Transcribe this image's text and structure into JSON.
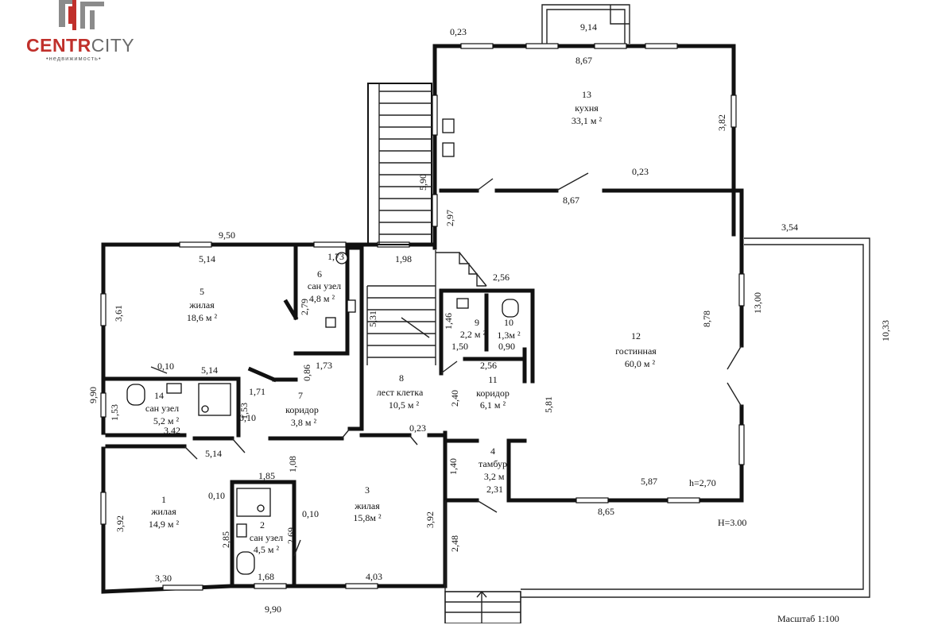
{
  "logo": {
    "brand_a": "CENTR",
    "brand_b": "CITY",
    "tagline": "•недвижимость•"
  },
  "rooms": [
    {
      "n": "1",
      "name": "жилая",
      "area": "14,9 м ²"
    },
    {
      "n": "2",
      "name": "сан узел",
      "area": "4,5 м ²"
    },
    {
      "n": "3",
      "name": "жилая",
      "area": "15,8м ²"
    },
    {
      "n": "4",
      "name": "тамбур",
      "area": "3,2 м ²"
    },
    {
      "n": "5",
      "name": "жилая",
      "area": "18,6 м ²"
    },
    {
      "n": "6",
      "name": "сан узел",
      "area": "4,8 м ²"
    },
    {
      "n": "7",
      "name": "коридор",
      "area": "3,8 м ²"
    },
    {
      "n": "8",
      "name": "лест клетка",
      "area": "10,5 м ²"
    },
    {
      "n": "9",
      "name": "",
      "area": "2,2 м ²"
    },
    {
      "n": "10",
      "name": "",
      "area": "1,3м ²"
    },
    {
      "n": "11",
      "name": "коридор",
      "area": "6,1 м ²"
    },
    {
      "n": "12",
      "name": "гостинная",
      "area": "60,0 м ²"
    },
    {
      "n": "13",
      "name": "кухня",
      "area": "33,1 м ²"
    },
    {
      "n": "14",
      "name": "сан узел",
      "area": "5,2 м ²"
    }
  ],
  "dimensions": [
    "0,23",
    "9,14",
    "8,67",
    "3,82",
    "0,23",
    "8,67",
    "5,90",
    "2,97",
    "3,54",
    "9,50",
    "5,14",
    "1,73",
    "1,98",
    "2,56",
    "3,61",
    "2,79",
    "1,46",
    "1,50",
    "0,90",
    "8,78",
    "13,00",
    "10,33",
    "5,31",
    "0,10",
    "5,14",
    "0,86",
    "1,73",
    "2,56",
    "9,90",
    "1,53",
    "1,71",
    "1,53",
    "0,10",
    "3,42",
    "2,40",
    "5,81",
    "0,23",
    "5,14",
    "1,08",
    "1,40",
    "1,85",
    "2,31",
    "5,87",
    "h=2,70",
    "0,10",
    "8,65",
    "3,92",
    "3,92",
    "0,10",
    "2,85",
    "2,69",
    "H=3.00",
    "2,48",
    "3,30",
    "1,68",
    "4,03",
    "9,90"
  ],
  "scale_note": "Масштаб 1:100"
}
